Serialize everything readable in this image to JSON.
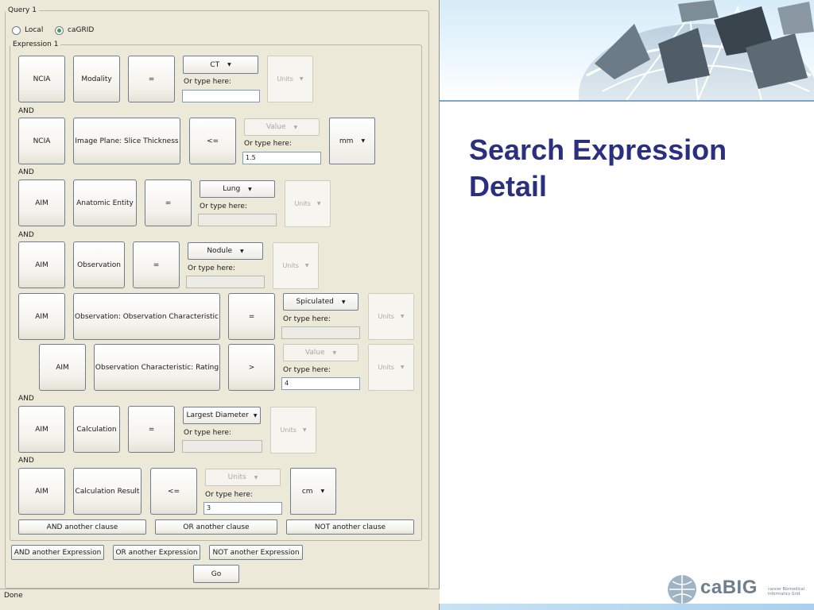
{
  "slide": {
    "title": "Search Expression Detail",
    "logo_text": "caBIG",
    "logo_tagline": "cancer Biomedical Informatics Grid",
    "colors": {
      "title": "#2a2f7e",
      "window_bg": "#ece9d8",
      "radio_selected": "#3aa04a"
    }
  },
  "query": {
    "legend": "Query 1",
    "radio_local": "Local",
    "radio_cagrid": "caGRID",
    "selected": "caGRID",
    "expression_legend": "Expression 1",
    "or_type_here": "Or type here:",
    "units_placeholder": "Units",
    "value_placeholder": "Value",
    "and_label": "AND",
    "clauses": [
      {
        "source": "NCIA",
        "attribute": "Modality",
        "operator": "=",
        "value_dropdown": "CT",
        "typed": ""
      },
      {
        "source": "NCIA",
        "attribute": "Image Plane: Slice Thickness",
        "operator": "<=",
        "value_dropdown": "Value",
        "typed": "1.5",
        "unit": "mm"
      },
      {
        "source": "AIM",
        "attribute": "Anatomic Entity",
        "operator": "=",
        "value_dropdown": "Lung",
        "typed": ""
      },
      {
        "source": "AIM",
        "attribute": "Observation",
        "operator": "=",
        "value_dropdown": "Nodule",
        "typed": ""
      },
      {
        "source": "AIM",
        "attribute": "Observation: Observation Characteristic",
        "operator": "=",
        "value_dropdown": "Spiculated",
        "typed": ""
      },
      {
        "source": "AIM",
        "attribute": "Observation Characteristic: Rating",
        "operator": ">",
        "value_dropdown": "Value",
        "typed": "4"
      },
      {
        "source": "AIM",
        "attribute": "Calculation",
        "operator": "=",
        "value_dropdown": "Largest Diameter",
        "typed": ""
      },
      {
        "source": "AIM",
        "attribute": "Calculation Result",
        "operator": "<=",
        "value_dropdown": "Units",
        "typed": "3",
        "unit": "cm"
      }
    ],
    "clause_buttons": [
      "AND another clause",
      "OR another clause",
      "NOT another clause"
    ],
    "expression_buttons": [
      "AND another Expression",
      "OR another Expression",
      "NOT another Expression"
    ],
    "go": "Go"
  },
  "status": "Done"
}
